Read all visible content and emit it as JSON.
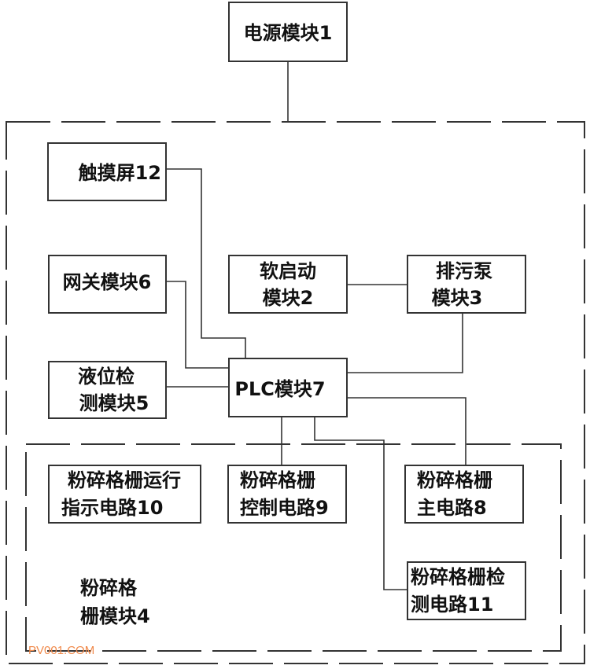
{
  "modules": {
    "power": {
      "lines": [
        "电源模块1"
      ]
    },
    "touchscreen": {
      "lines": [
        "触摸屏12"
      ]
    },
    "gateway": {
      "lines": [
        "网关模块6"
      ]
    },
    "soft_start": {
      "lines": [
        "软启动",
        "模块2"
      ]
    },
    "sewage_pump": {
      "lines": [
        "排污泵",
        "模块3"
      ]
    },
    "level_detect": {
      "lines": [
        "液位检",
        "测模块5"
      ]
    },
    "plc": {
      "lines": [
        "PLC模块7"
      ]
    },
    "run_indicator": {
      "lines": [
        "粉碎格栅运行",
        "指示电路10"
      ]
    },
    "control_circuit": {
      "lines": [
        "粉碎格栅",
        "控制电路9"
      ]
    },
    "main_circuit": {
      "lines": [
        "粉碎格栅",
        "主电路8"
      ]
    },
    "detect_circuit": {
      "lines": [
        "粉碎格栅检",
        "测电路11"
      ]
    }
  },
  "groups": {
    "grinder_module": {
      "lines": [
        "粉碎格",
        "栅模块4"
      ]
    }
  },
  "watermark": {
    "text": "PV001.COM",
    "color": "#f0894a"
  },
  "colors": {
    "stroke": "#333333",
    "text": "#111111",
    "background": "#ffffff"
  }
}
